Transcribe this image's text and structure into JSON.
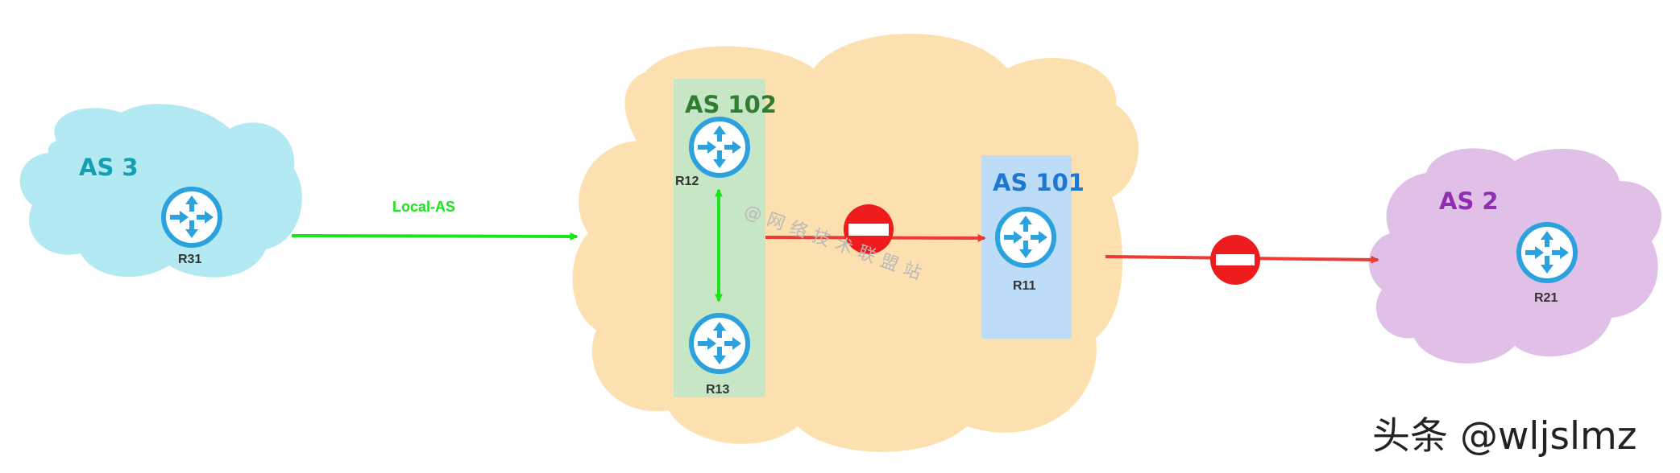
{
  "colors": {
    "as3_cloud": "#b3e9f3",
    "as3_label": "#14a0b0",
    "main_cloud": "#fde0b0",
    "as102_box": "#c7e6c5",
    "as102_label": "#2e7d32",
    "as101_box": "#bcdcf7",
    "as101_label": "#1e78d2",
    "as2_cloud": "#e1c0e8",
    "as2_label": "#8e2fb0",
    "router": "#2ba1dd",
    "green_link": "#19e519",
    "red_link": "#ea3b34",
    "block_sign": "#ee1c1c"
  },
  "autonomous_systems": {
    "as3": {
      "label": "AS 3",
      "router": "R31"
    },
    "as102": {
      "label": "AS 102",
      "routers": [
        "R12",
        "R13"
      ]
    },
    "as101": {
      "label": "AS 101",
      "router": "R11"
    },
    "as2": {
      "label": "AS 2",
      "router": "R21"
    }
  },
  "links": {
    "local_as_label": "Local-AS"
  },
  "watermark": "@网络技术联盟站",
  "brand": "头条 @wljslmz",
  "icons": {
    "router": "router-icon",
    "block": "no-entry-icon"
  }
}
